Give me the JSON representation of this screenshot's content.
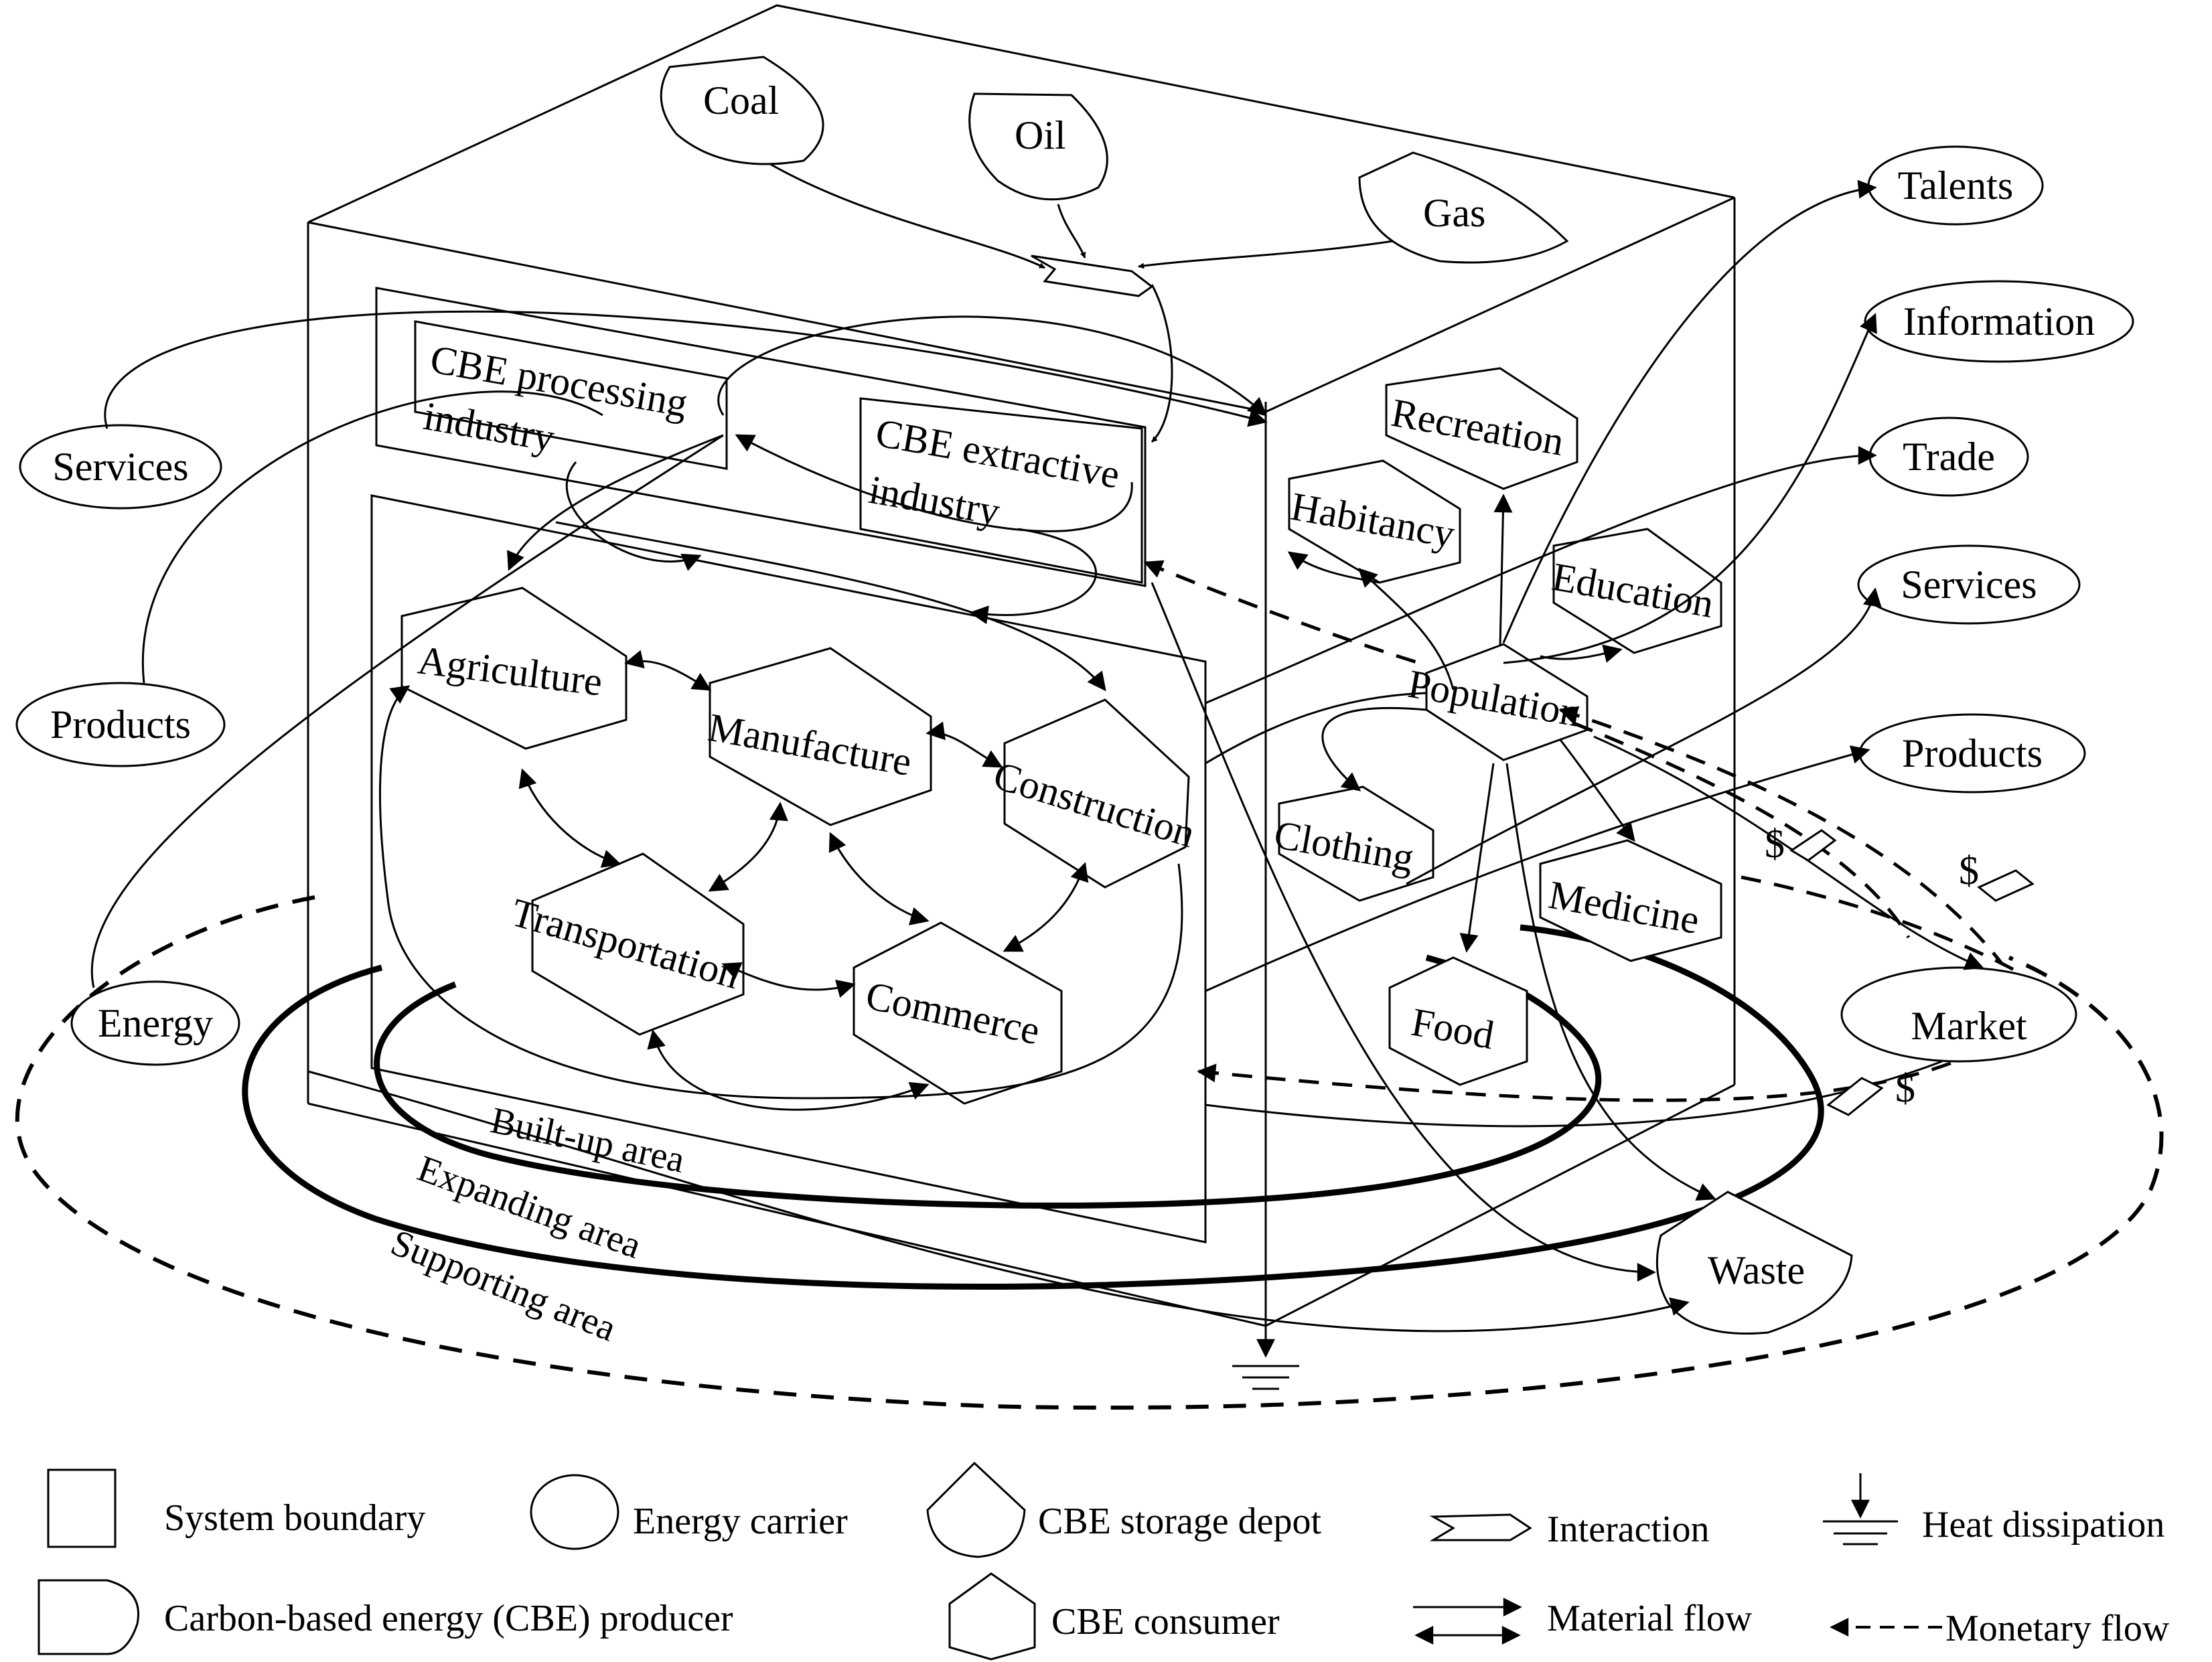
{
  "producers": {
    "coal": "Coal",
    "oil": "Oil",
    "gas": "Gas",
    "talents": "Talents",
    "information": "Information",
    "trade": "Trade",
    "services_right": "Services",
    "products_right": "Products",
    "services_left": "Services",
    "products_left": "Products",
    "energy": "Energy",
    "market": "Market"
  },
  "industries": {
    "processing_line1": "CBE processing",
    "processing_line2": "industry",
    "extractive_line1": "CBE extractive",
    "extractive_line2": "industry"
  },
  "consumers": {
    "agriculture": "Agriculture",
    "manufacture": "Manufacture",
    "construction": "Construction",
    "transportation": "Transportation",
    "commerce": "Commerce",
    "recreation": "Recreation",
    "habitancy": "Habitancy",
    "education": "Education",
    "population": "Population",
    "clothing": "Clothing",
    "medicine": "Medicine",
    "food": "Food"
  },
  "depots": {
    "waste": "Waste"
  },
  "areas": {
    "built_up": "Built-up area",
    "expanding": "Expanding area",
    "supporting": "Supporting area"
  },
  "money_symbol": "$",
  "legend": {
    "system_boundary": "System boundary",
    "energy_carrier": "Energy carrier",
    "storage_depot": "CBE storage depot",
    "interaction": "Interaction",
    "heat_dissipation": "Heat dissipation",
    "producer": "Carbon-based energy (CBE) producer",
    "consumer": "CBE consumer",
    "material_flow": "Material flow",
    "monetary_flow": "Monetary flow"
  }
}
